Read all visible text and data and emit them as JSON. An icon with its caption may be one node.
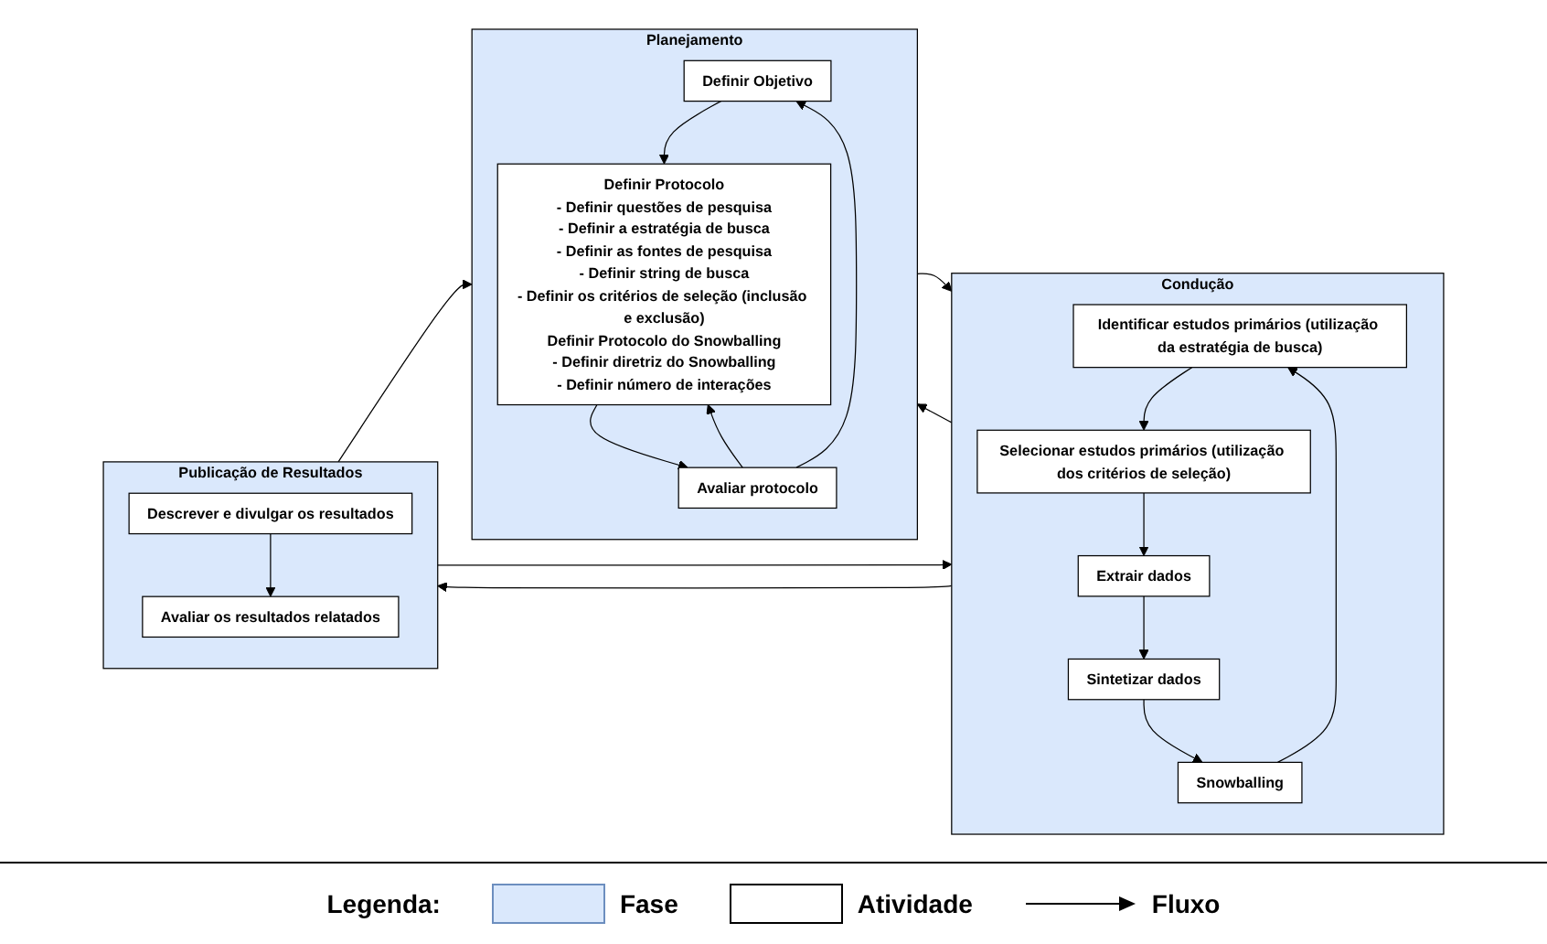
{
  "diagram": {
    "nodes": [
      {
        "text": [
          "Planejamento"
        ]
      },
      {
        "text": [
          "Definir Objetivo"
        ],
        "in": 0
      },
      {
        "text": [
          "Definir Protocolo",
          "- Definir questões de pesquisa",
          "- Definir a estratégia de busca",
          "- Definir as fontes de pesquisa",
          "- Definir string de busca",
          "- Definir os critérios de seleção (inclusão e exclusão)",
          "Definir Protocolo do Snowballing",
          "- Definir diretriz do Snowballing",
          "- Definir número de interações"
        ],
        "in": 0
      },
      {
        "text": [
          "Avaliar protocolo"
        ],
        "in": 0
      },
      {
        "text": [
          "Condução"
        ]
      },
      {
        "text": [
          "Identificar estudos primários (utilização da estratégia de busca)"
        ],
        "in": 4
      },
      {
        "text": [
          "Selecionar estudos primários (utilização dos critérios de seleção)"
        ],
        "in": 4
      },
      {
        "text": [
          "Extrair dados"
        ],
        "in": 4
      },
      {
        "text": [
          "Sintetizar dados"
        ],
        "in": 4
      },
      {
        "text": [
          "Snowballing"
        ],
        "in": 4
      },
      {
        "text": [
          "Publicação de Resultados"
        ]
      },
      {
        "text": [
          "Descrever e divulgar os resultados"
        ],
        "in": 10
      },
      {
        "text": [
          "Avaliar os resultados relatados"
        ],
        "in": 10
      }
    ],
    "edges": [
      {
        "from": 1,
        "to": 2,
        "arrow": "to"
      },
      {
        "from": 2,
        "to": 3,
        "arrow": "to"
      },
      {
        "from": 3,
        "to": 1,
        "arrow": "to"
      },
      {
        "from": 3,
        "to": 2,
        "arrow": "to"
      },
      {
        "from": 0,
        "to": 4,
        "arrow": "to"
      },
      {
        "from": 4,
        "to": 10,
        "arrow": "to"
      },
      {
        "from": 5,
        "to": 6,
        "arrow": "to"
      },
      {
        "from": 6,
        "to": 7,
        "arrow": "to"
      },
      {
        "from": 7,
        "to": 8,
        "arrow": "to"
      },
      {
        "from": 8,
        "to": 9,
        "arrow": "to"
      },
      {
        "from": 9,
        "to": 5,
        "arrow": "to"
      },
      {
        "from": 11,
        "to": 12,
        "arrow": "to"
      },
      {
        "from": 10,
        "to": 0,
        "arrow": "to"
      },
      {
        "from": 10,
        "to": 4,
        "arrow": "to"
      },
      {
        "from": 4,
        "to": 0,
        "arrow": "to"
      }
    ],
    "labels": [
      "Legenda:"
    ],
    "legend": [
      {
        "text": "Fase",
        "color": "#dae8fc"
      },
      {
        "text": "Atividade",
        "color": "#ffffff"
      },
      {
        "text": "Fluxo"
      }
    ]
  }
}
